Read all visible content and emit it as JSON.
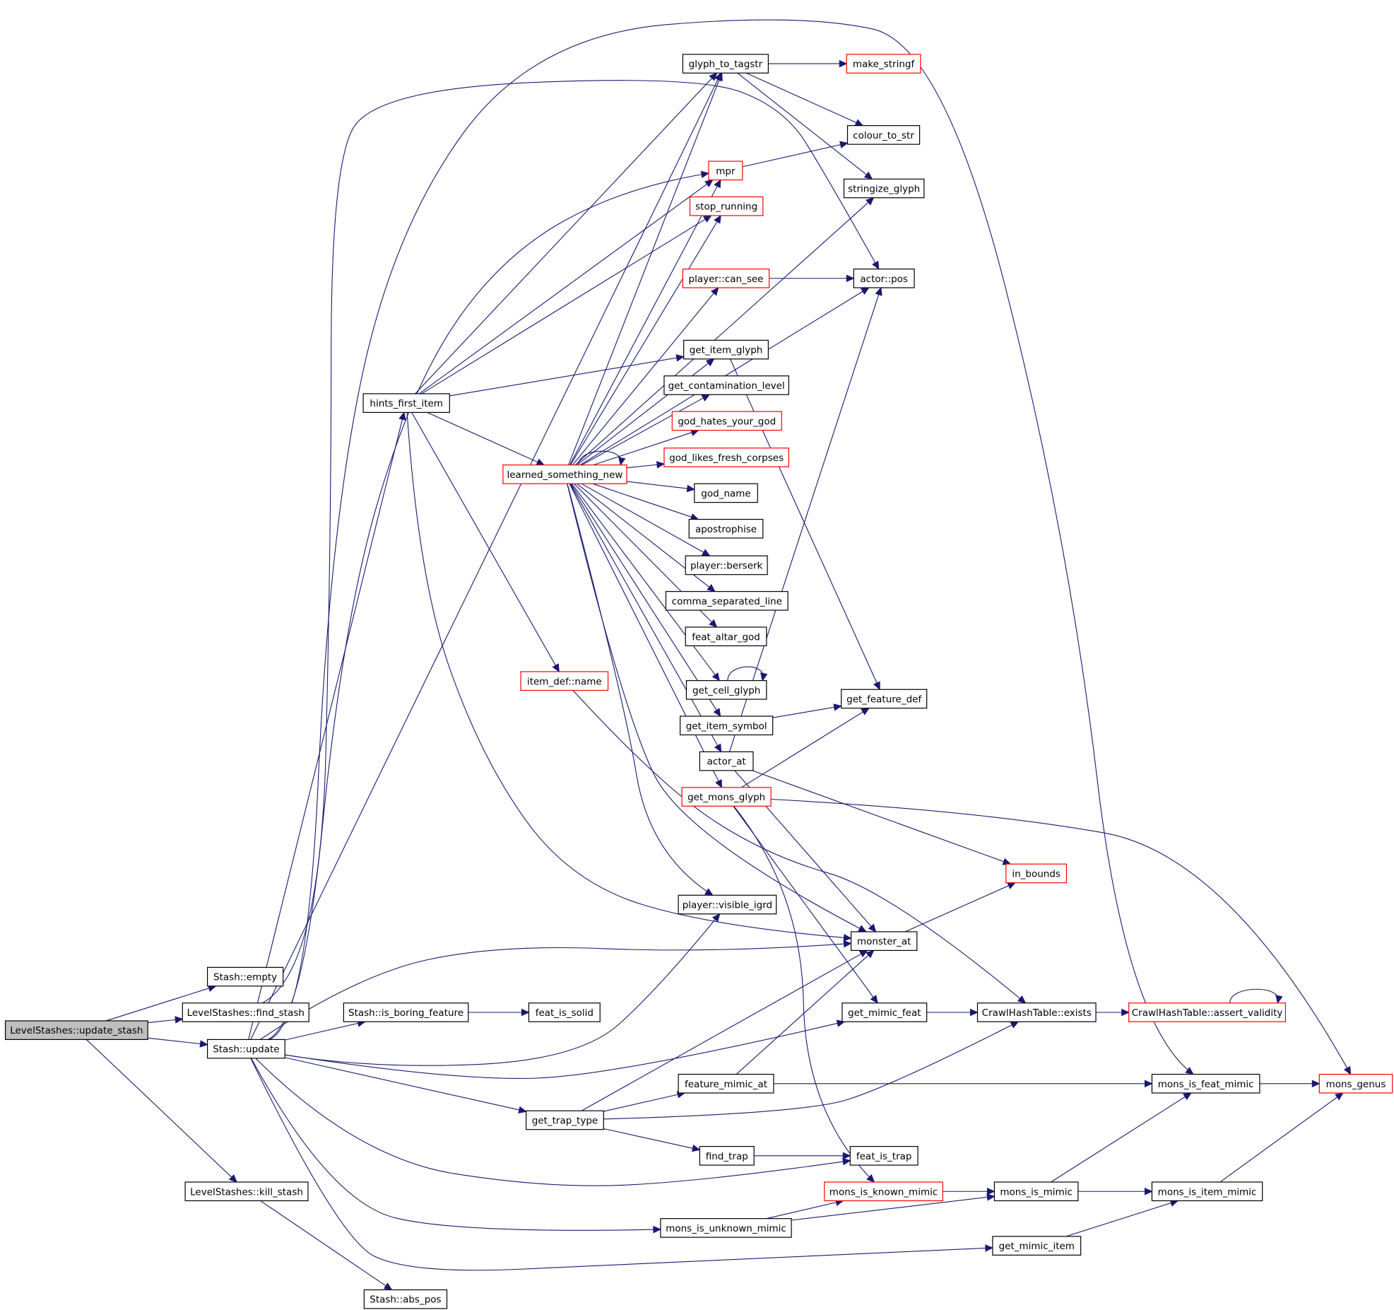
{
  "colors": {
    "edge": "#191970",
    "box_plain": "#000000",
    "box_truncated": "#ff0000",
    "box_root_fill": "#bfbfbf",
    "text": "#000000"
  },
  "nodes": [
    {
      "id": "update_stash",
      "label": "LevelStashes::update_stash",
      "style": "root"
    },
    {
      "id": "stash_empty",
      "label": "Stash::empty",
      "style": "plain"
    },
    {
      "id": "find_stash",
      "label": "LevelStashes::find_stash",
      "style": "plain"
    },
    {
      "id": "stash_update",
      "label": "Stash::update",
      "style": "plain"
    },
    {
      "id": "kill_stash",
      "label": "LevelStashes::kill_stash",
      "style": "plain"
    },
    {
      "id": "abs_pos",
      "label": "Stash::abs_pos",
      "style": "plain"
    },
    {
      "id": "hints_first_item",
      "label": "hints_first_item",
      "style": "plain"
    },
    {
      "id": "is_boring_feature",
      "label": "Stash::is_boring_feature",
      "style": "plain"
    },
    {
      "id": "feat_is_solid",
      "label": "feat_is_solid",
      "style": "plain"
    },
    {
      "id": "learned_something_new",
      "label": "learned_something_new",
      "style": "truncated"
    },
    {
      "id": "item_def_name",
      "label": "item_def::name",
      "style": "truncated"
    },
    {
      "id": "get_trap_type",
      "label": "get_trap_type",
      "style": "plain"
    },
    {
      "id": "glyph_to_tagstr",
      "label": "glyph_to_tagstr",
      "style": "plain"
    },
    {
      "id": "mpr",
      "label": "mpr",
      "style": "truncated"
    },
    {
      "id": "stop_running",
      "label": "stop_running",
      "style": "truncated"
    },
    {
      "id": "player_can_see",
      "label": "player::can_see",
      "style": "truncated"
    },
    {
      "id": "get_item_glyph",
      "label": "get_item_glyph",
      "style": "plain"
    },
    {
      "id": "get_contamination_level",
      "label": "get_contamination_level",
      "style": "plain"
    },
    {
      "id": "god_hates_your_god",
      "label": "god_hates_your_god",
      "style": "truncated"
    },
    {
      "id": "god_likes_fresh_corpses",
      "label": "god_likes_fresh_corpses",
      "style": "truncated"
    },
    {
      "id": "god_name",
      "label": "god_name",
      "style": "plain"
    },
    {
      "id": "apostrophise",
      "label": "apostrophise",
      "style": "plain"
    },
    {
      "id": "player_berserk",
      "label": "player::berserk",
      "style": "plain"
    },
    {
      "id": "comma_separated_line",
      "label": "comma_separated_line",
      "style": "plain"
    },
    {
      "id": "feat_altar_god",
      "label": "feat_altar_god",
      "style": "plain"
    },
    {
      "id": "get_cell_glyph",
      "label": "get_cell_glyph",
      "style": "plain"
    },
    {
      "id": "get_item_symbol",
      "label": "get_item_symbol",
      "style": "plain"
    },
    {
      "id": "actor_at",
      "label": "actor_at",
      "style": "plain"
    },
    {
      "id": "get_mons_glyph",
      "label": "get_mons_glyph",
      "style": "truncated"
    },
    {
      "id": "visible_igrd",
      "label": "player::visible_igrd",
      "style": "plain"
    },
    {
      "id": "feature_mimic_at",
      "label": "feature_mimic_at",
      "style": "plain"
    },
    {
      "id": "find_trap",
      "label": "find_trap",
      "style": "plain"
    },
    {
      "id": "mons_is_unknown_mimic",
      "label": "mons_is_unknown_mimic",
      "style": "plain"
    },
    {
      "id": "make_stringf",
      "label": "make_stringf",
      "style": "truncated"
    },
    {
      "id": "colour_to_str",
      "label": "colour_to_str",
      "style": "plain"
    },
    {
      "id": "stringize_glyph",
      "label": "stringize_glyph",
      "style": "plain"
    },
    {
      "id": "actor_pos",
      "label": "actor::pos",
      "style": "plain"
    },
    {
      "id": "get_feature_def",
      "label": "get_feature_def",
      "style": "plain"
    },
    {
      "id": "monster_at",
      "label": "monster_at",
      "style": "plain"
    },
    {
      "id": "get_mimic_feat",
      "label": "get_mimic_feat",
      "style": "plain"
    },
    {
      "id": "feat_is_trap",
      "label": "feat_is_trap",
      "style": "plain"
    },
    {
      "id": "mons_is_known_mimic",
      "label": "mons_is_known_mimic",
      "style": "truncated"
    },
    {
      "id": "in_bounds",
      "label": "in_bounds",
      "style": "truncated"
    },
    {
      "id": "hash_exists",
      "label": "CrawlHashTable::exists",
      "style": "plain"
    },
    {
      "id": "mons_is_mimic",
      "label": "mons_is_mimic",
      "style": "plain"
    },
    {
      "id": "get_mimic_item",
      "label": "get_mimic_item",
      "style": "plain"
    },
    {
      "id": "assert_validity",
      "label": "CrawlHashTable::assert_validity",
      "style": "truncated"
    },
    {
      "id": "mons_is_feat_mimic",
      "label": "mons_is_feat_mimic",
      "style": "plain"
    },
    {
      "id": "mons_is_item_mimic",
      "label": "mons_is_item_mimic",
      "style": "plain"
    },
    {
      "id": "mons_genus",
      "label": "mons_genus",
      "style": "truncated"
    }
  ],
  "edges": [
    [
      "update_stash",
      "stash_empty"
    ],
    [
      "update_stash",
      "find_stash"
    ],
    [
      "update_stash",
      "stash_update"
    ],
    [
      "update_stash",
      "kill_stash"
    ],
    [
      "find_stash",
      "actor_pos"
    ],
    [
      "kill_stash",
      "abs_pos"
    ],
    [
      "stash_update",
      "hints_first_item"
    ],
    [
      "stash_update",
      "is_boring_feature"
    ],
    [
      "stash_update",
      "glyph_to_tagstr"
    ],
    [
      "stash_update",
      "mons_is_feat_mimic"
    ],
    [
      "stash_update",
      "visible_igrd"
    ],
    [
      "stash_update",
      "monster_at"
    ],
    [
      "stash_update",
      "get_mimic_feat"
    ],
    [
      "stash_update",
      "get_trap_type"
    ],
    [
      "stash_update",
      "feat_is_trap"
    ],
    [
      "stash_update",
      "mons_is_unknown_mimic"
    ],
    [
      "stash_update",
      "get_mimic_item"
    ],
    [
      "stash_update",
      "mpr"
    ],
    [
      "is_boring_feature",
      "feat_is_solid"
    ],
    [
      "hints_first_item",
      "glyph_to_tagstr"
    ],
    [
      "hints_first_item",
      "mpr"
    ],
    [
      "hints_first_item",
      "stop_running"
    ],
    [
      "hints_first_item",
      "get_item_glyph"
    ],
    [
      "hints_first_item",
      "learned_something_new"
    ],
    [
      "hints_first_item",
      "item_def_name"
    ],
    [
      "hints_first_item",
      "monster_at"
    ],
    [
      "learned_something_new",
      "learned_something_new"
    ],
    [
      "learned_something_new",
      "glyph_to_tagstr"
    ],
    [
      "learned_something_new",
      "mpr"
    ],
    [
      "learned_something_new",
      "stop_running"
    ],
    [
      "learned_something_new",
      "stringize_glyph"
    ],
    [
      "learned_something_new",
      "player_can_see"
    ],
    [
      "learned_something_new",
      "actor_pos"
    ],
    [
      "learned_something_new",
      "get_item_glyph"
    ],
    [
      "learned_something_new",
      "get_contamination_level"
    ],
    [
      "learned_something_new",
      "god_hates_your_god"
    ],
    [
      "learned_something_new",
      "god_likes_fresh_corpses"
    ],
    [
      "learned_something_new",
      "god_name"
    ],
    [
      "learned_something_new",
      "apostrophise"
    ],
    [
      "learned_something_new",
      "player_berserk"
    ],
    [
      "learned_something_new",
      "comma_separated_line"
    ],
    [
      "learned_something_new",
      "feat_altar_god"
    ],
    [
      "learned_something_new",
      "get_cell_glyph"
    ],
    [
      "learned_something_new",
      "get_item_symbol"
    ],
    [
      "learned_something_new",
      "actor_at"
    ],
    [
      "learned_something_new",
      "get_mons_glyph"
    ],
    [
      "learned_something_new",
      "visible_igrd"
    ],
    [
      "learned_something_new",
      "monster_at"
    ],
    [
      "item_def_name",
      "hash_exists"
    ],
    [
      "glyph_to_tagstr",
      "make_stringf"
    ],
    [
      "glyph_to_tagstr",
      "colour_to_str"
    ],
    [
      "glyph_to_tagstr",
      "stringize_glyph"
    ],
    [
      "mpr",
      "colour_to_str"
    ],
    [
      "player_can_see",
      "actor_pos"
    ],
    [
      "get_item_glyph",
      "get_feature_def"
    ],
    [
      "get_cell_glyph",
      "get_cell_glyph"
    ],
    [
      "get_item_symbol",
      "get_feature_def"
    ],
    [
      "actor_at",
      "actor_pos"
    ],
    [
      "actor_at",
      "in_bounds"
    ],
    [
      "actor_at",
      "monster_at"
    ],
    [
      "get_mons_glyph",
      "get_feature_def"
    ],
    [
      "get_mons_glyph",
      "get_mimic_feat"
    ],
    [
      "get_mons_glyph",
      "mons_is_known_mimic"
    ],
    [
      "get_mons_glyph",
      "mons_genus"
    ],
    [
      "monster_at",
      "in_bounds"
    ],
    [
      "get_mimic_feat",
      "hash_exists"
    ],
    [
      "hash_exists",
      "assert_validity"
    ],
    [
      "assert_validity",
      "assert_validity"
    ],
    [
      "get_trap_type",
      "monster_at"
    ],
    [
      "get_trap_type",
      "feature_mimic_at"
    ],
    [
      "get_trap_type",
      "hash_exists"
    ],
    [
      "get_trap_type",
      "find_trap"
    ],
    [
      "feature_mimic_at",
      "monster_at"
    ],
    [
      "feature_mimic_at",
      "mons_is_feat_mimic"
    ],
    [
      "find_trap",
      "feat_is_trap"
    ],
    [
      "mons_is_unknown_mimic",
      "mons_is_known_mimic"
    ],
    [
      "mons_is_unknown_mimic",
      "mons_is_mimic"
    ],
    [
      "mons_is_known_mimic",
      "mons_is_mimic"
    ],
    [
      "mons_is_mimic",
      "mons_is_feat_mimic"
    ],
    [
      "mons_is_mimic",
      "mons_is_item_mimic"
    ],
    [
      "mons_is_feat_mimic",
      "mons_genus"
    ],
    [
      "get_mimic_item",
      "mons_is_item_mimic"
    ],
    [
      "mons_is_item_mimic",
      "mons_genus"
    ]
  ]
}
